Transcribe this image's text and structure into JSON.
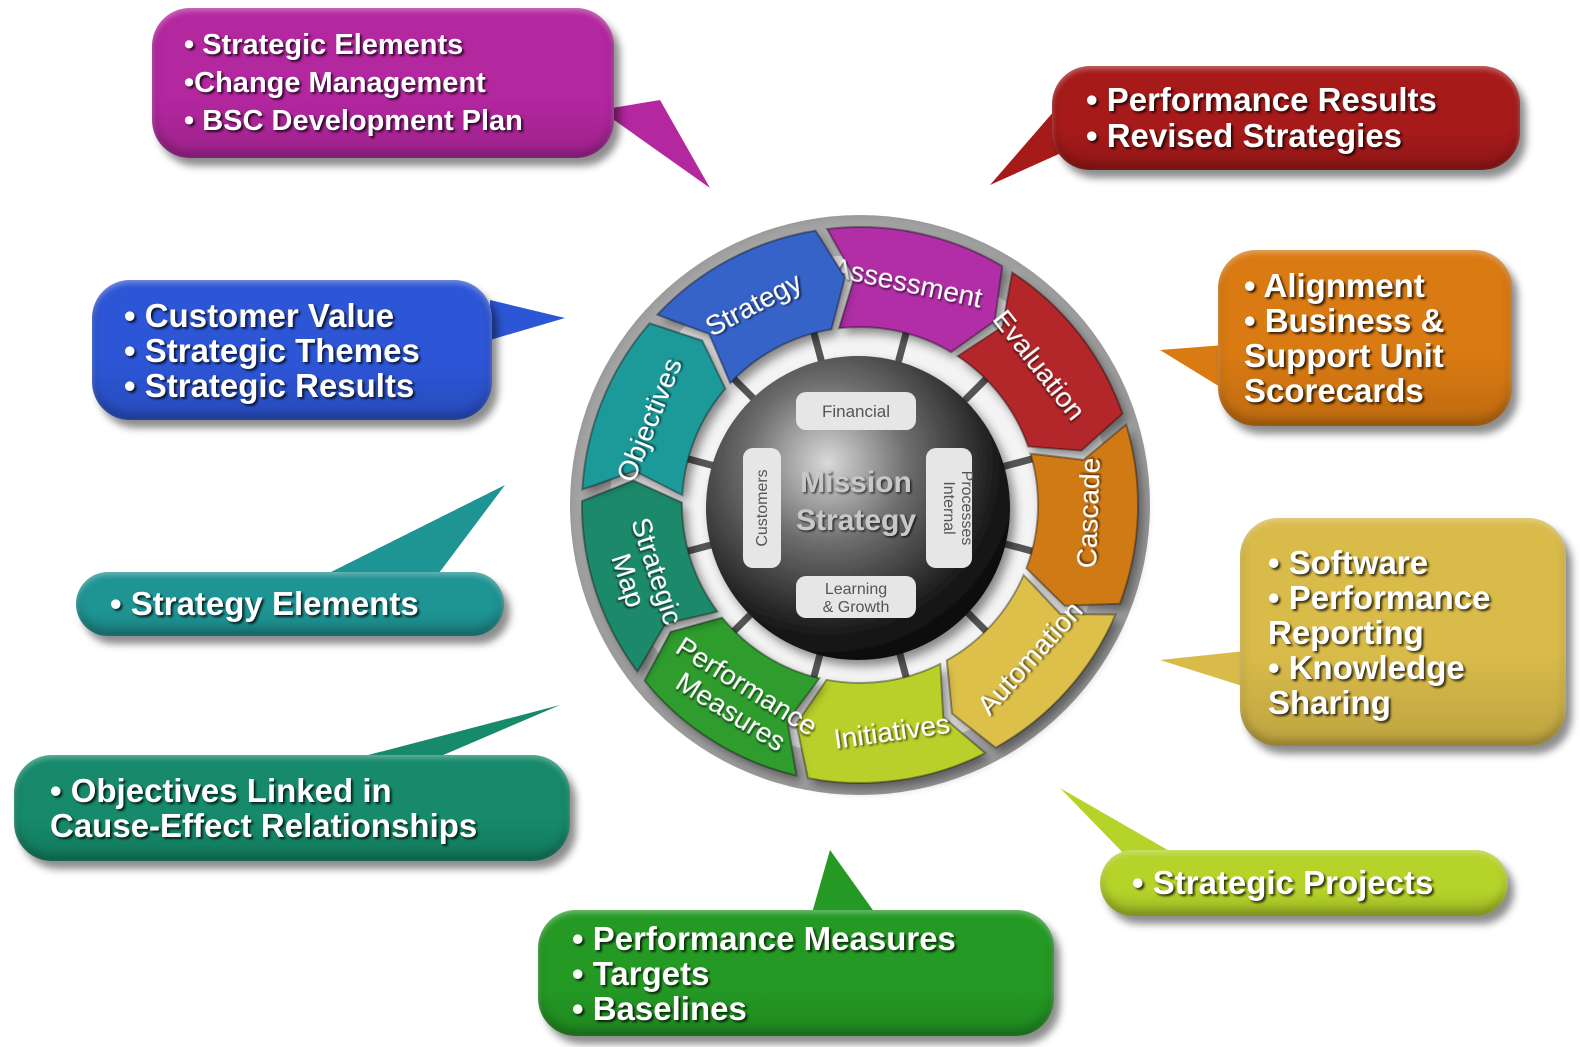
{
  "center": {
    "title_line1": "Mission",
    "title_line2": "Strategy",
    "quadrant_top": "Financial",
    "quadrant_left": "Customers",
    "quadrant_right_line1": "Internal",
    "quadrant_right_line2": "Processes",
    "quadrant_bottom_line1": "Learning",
    "quadrant_bottom_line2": "& Growth"
  },
  "segments": [
    {
      "label": "Assessment",
      "color": "#b12ea6"
    },
    {
      "label": "Evaluation",
      "color": "#b3252a"
    },
    {
      "label": "Cascade",
      "color": "#d07a18"
    },
    {
      "label": "Automation",
      "color": "#dcc04a"
    },
    {
      "label": "Initiatives",
      "color": "#b9cf2c"
    },
    {
      "label": "Performance Measures",
      "label_line1": "Performance",
      "label_line2": "Measures",
      "color": "#2f9d2f"
    },
    {
      "label": "Strategic Map",
      "label_line1": "Strategic",
      "label_line2": "Map",
      "color": "#1f8a6a"
    },
    {
      "label": "Objectives",
      "color": "#1f9a9a"
    },
    {
      "label": "Strategy",
      "color": "#3563c8"
    }
  ],
  "callouts": {
    "assessment": {
      "lines": [
        "• Strategic Elements",
        "•Change Management",
        "• BSC Development Plan"
      ],
      "color": "#b3279f"
    },
    "evaluation": {
      "lines": [
        "• Performance Results",
        "• Revised Strategies"
      ],
      "color": "#a61a1a"
    },
    "cascade": {
      "lines": [
        "• Alignment",
        "• Business &",
        "Support Unit",
        "Scorecards"
      ],
      "color": "#d97a12"
    },
    "automation": {
      "lines": [
        "• Software",
        "• Performance",
        "Reporting",
        "• Knowledge",
        "Sharing"
      ],
      "color": "#d9bb4a"
    },
    "initiatives": {
      "lines": [
        "• Strategic Projects"
      ],
      "color": "#b6d32a"
    },
    "performance": {
      "lines": [
        "• Performance Measures",
        "• Targets",
        "• Baselines"
      ],
      "color": "#249a24"
    },
    "strategic_map": {
      "lines": [
        "• Objectives Linked in",
        "Cause-Effect Relationships"
      ],
      "color": "#168a6a"
    },
    "objectives": {
      "lines": [
        "• Strategy Elements"
      ],
      "color": "#1f9494"
    },
    "strategy": {
      "lines": [
        "• Customer Value",
        "• Strategic Themes",
        "• Strategic Results"
      ],
      "color": "#2d56d6"
    }
  }
}
